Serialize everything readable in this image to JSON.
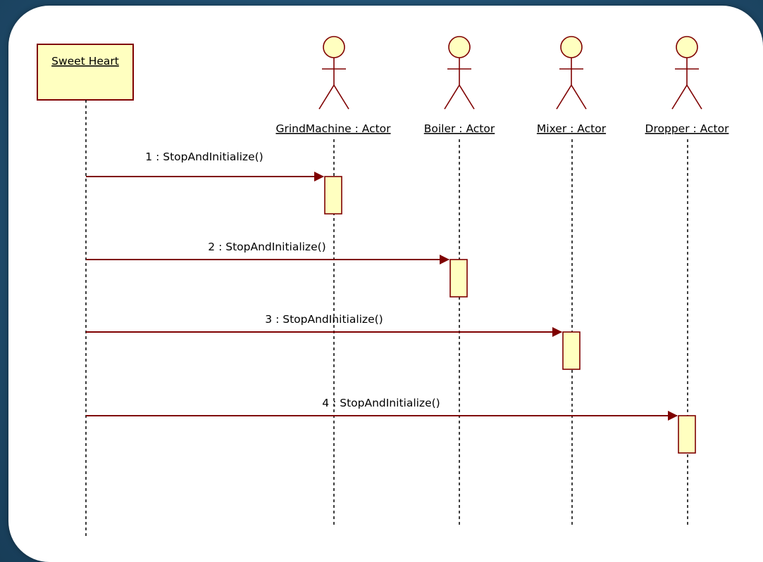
{
  "diagram": {
    "colors": {
      "line": "#7f0000",
      "fill": "#ffffc0",
      "lifeline": "#000000",
      "text": "#000000"
    },
    "object": {
      "name": "Sweet Heart"
    },
    "actors": [
      {
        "label": "GrindMachine : Actor"
      },
      {
        "label": "Boiler : Actor"
      },
      {
        "label": "Mixer : Actor"
      },
      {
        "label": "Dropper : Actor"
      }
    ],
    "messages": [
      {
        "label": "1 : StopAndInitialize()",
        "from": "Sweet Heart",
        "to": "GrindMachine : Actor"
      },
      {
        "label": "2 : StopAndInitialize()",
        "from": "Sweet Heart",
        "to": "Boiler : Actor"
      },
      {
        "label": "3 : StopAndInitialize()",
        "from": "Sweet Heart",
        "to": "Mixer : Actor"
      },
      {
        "label": "4 : StopAndInitialize()",
        "from": "Sweet Heart",
        "to": "Dropper : Actor"
      }
    ]
  }
}
